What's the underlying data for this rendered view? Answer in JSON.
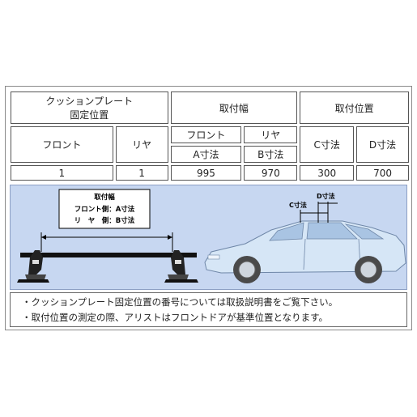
{
  "table": {
    "cushion_header_line1": "クッションプレート",
    "cushion_header_line2": "固定位置",
    "mount_width_header": "取付幅",
    "mount_position_header": "取付位置",
    "front_label": "フロント",
    "rear_label": "リヤ",
    "mount_front_label": "フロント",
    "mount_rear_label": "リヤ",
    "a_dim_label": "A寸法",
    "b_dim_label": "B寸法",
    "c_dim_label": "C寸法",
    "d_dim_label": "D寸法",
    "values": {
      "front": "1",
      "rear": "1",
      "a": "995",
      "b": "970",
      "c": "300",
      "d": "700"
    }
  },
  "diagram": {
    "legend_title": "取付幅",
    "legend_front": "フロント側：A寸法",
    "legend_rear": "リ　ヤ　側：B寸法",
    "c_label": "C寸法",
    "d_label": "D寸法",
    "colors": {
      "background": "#c7d7f1",
      "car_body": "#d6e6f6",
      "bar": "#111111"
    }
  },
  "notes": [
    "・クッションプレート固定位置の番号については取扱説明書をご覧下さい。",
    "・取付位置の測定の際、アリストはフロントドアが基準位置となります。"
  ]
}
